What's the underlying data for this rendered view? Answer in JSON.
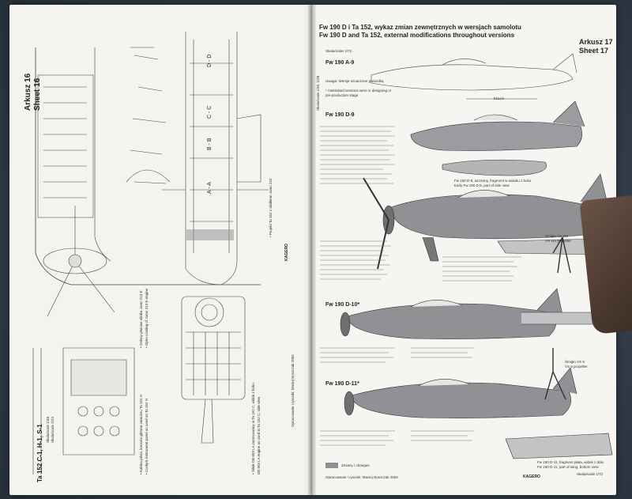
{
  "left_page": {
    "sheet_pl": "Arkusz 16",
    "sheet_en": "Sheet 16",
    "section_labels": [
      "D - D",
      "C - C",
      "B - B",
      "A - A"
    ],
    "ta_title": "Ta 152 C-1, H-1, S-1",
    "scale_1": "Skala/scale 1/48",
    "scale_2": "Skala/scale 1/24",
    "prop_note_pl": "• Projekt Ta 152 z silnikiem Jumo 222",
    "cockpit_pl": "• Kabina pilota, konsola główna samolotu Ta 152 H",
    "cockpit_en": "• Cockpit, instrument panel as used on Ta 152 H",
    "engine_pl": "• Silnik DB 603 LA zastosowany w Ta 152 C, widok z boku",
    "engine_en": "DB 603 LA engine as used in Ta 152 C, side view",
    "jumo_pl": "• Osłony płatowe silnika Jumo 213 E",
    "jumo_en": "• Open cowling of Jumo 213 E engine",
    "credit": "Opracowanie i rysunki: Maciej Noszczak 2004",
    "logo": "KAGERO"
  },
  "right_page": {
    "title_pl": "Fw 190 D i Ta 152, wykaz zmian zewnętrznych w wersjach samolotu",
    "title_en": "Fw 190 D and Ta 152, external modifications throughout versions",
    "sheet_pl": "Arkusz 17",
    "sheet_en": "Sheet 17",
    "scale_top": "Skala/scale 1/72",
    "side_scale": "Skala/scale 1/48, 1/48",
    "variants": [
      "Fw 190 A-9",
      "Fw 190 D-9",
      "Fw 190 D-10*",
      "Fw 190 D-11*"
    ],
    "legend_note_pl": "Uwaga: Wersje oznaczone gwiazdką",
    "legend_note_en": "* Asterisked versions were in designing or pre-production stage",
    "dim_a9": "511cm",
    "caption_d9_pl": "Fw 190 D-9, wczesny, fragment w widoku z boku",
    "caption_d9_en": "Early Fw 190 D-9, part of side view",
    "prop_vs111_pl": "Śmigło VS 111",
    "prop_vs111_en": "VS 111 propeller",
    "prop_vs9_pl": "Śmigło VS 9",
    "prop_vs9_en": "VS 9 propeller",
    "caption_d11_pl": "Fw 190 D-11, fragment płata, widok z dołu",
    "caption_d11_en": "Fw 190 D-11, part of wing, bottom view",
    "scale_bottom": "Skala/scale 1/72",
    "legend_changes": "Zmiany / changes",
    "credit": "Opracowanie i rysunki: Maciej Noszczak 2004",
    "logo": "KAGERO"
  }
}
